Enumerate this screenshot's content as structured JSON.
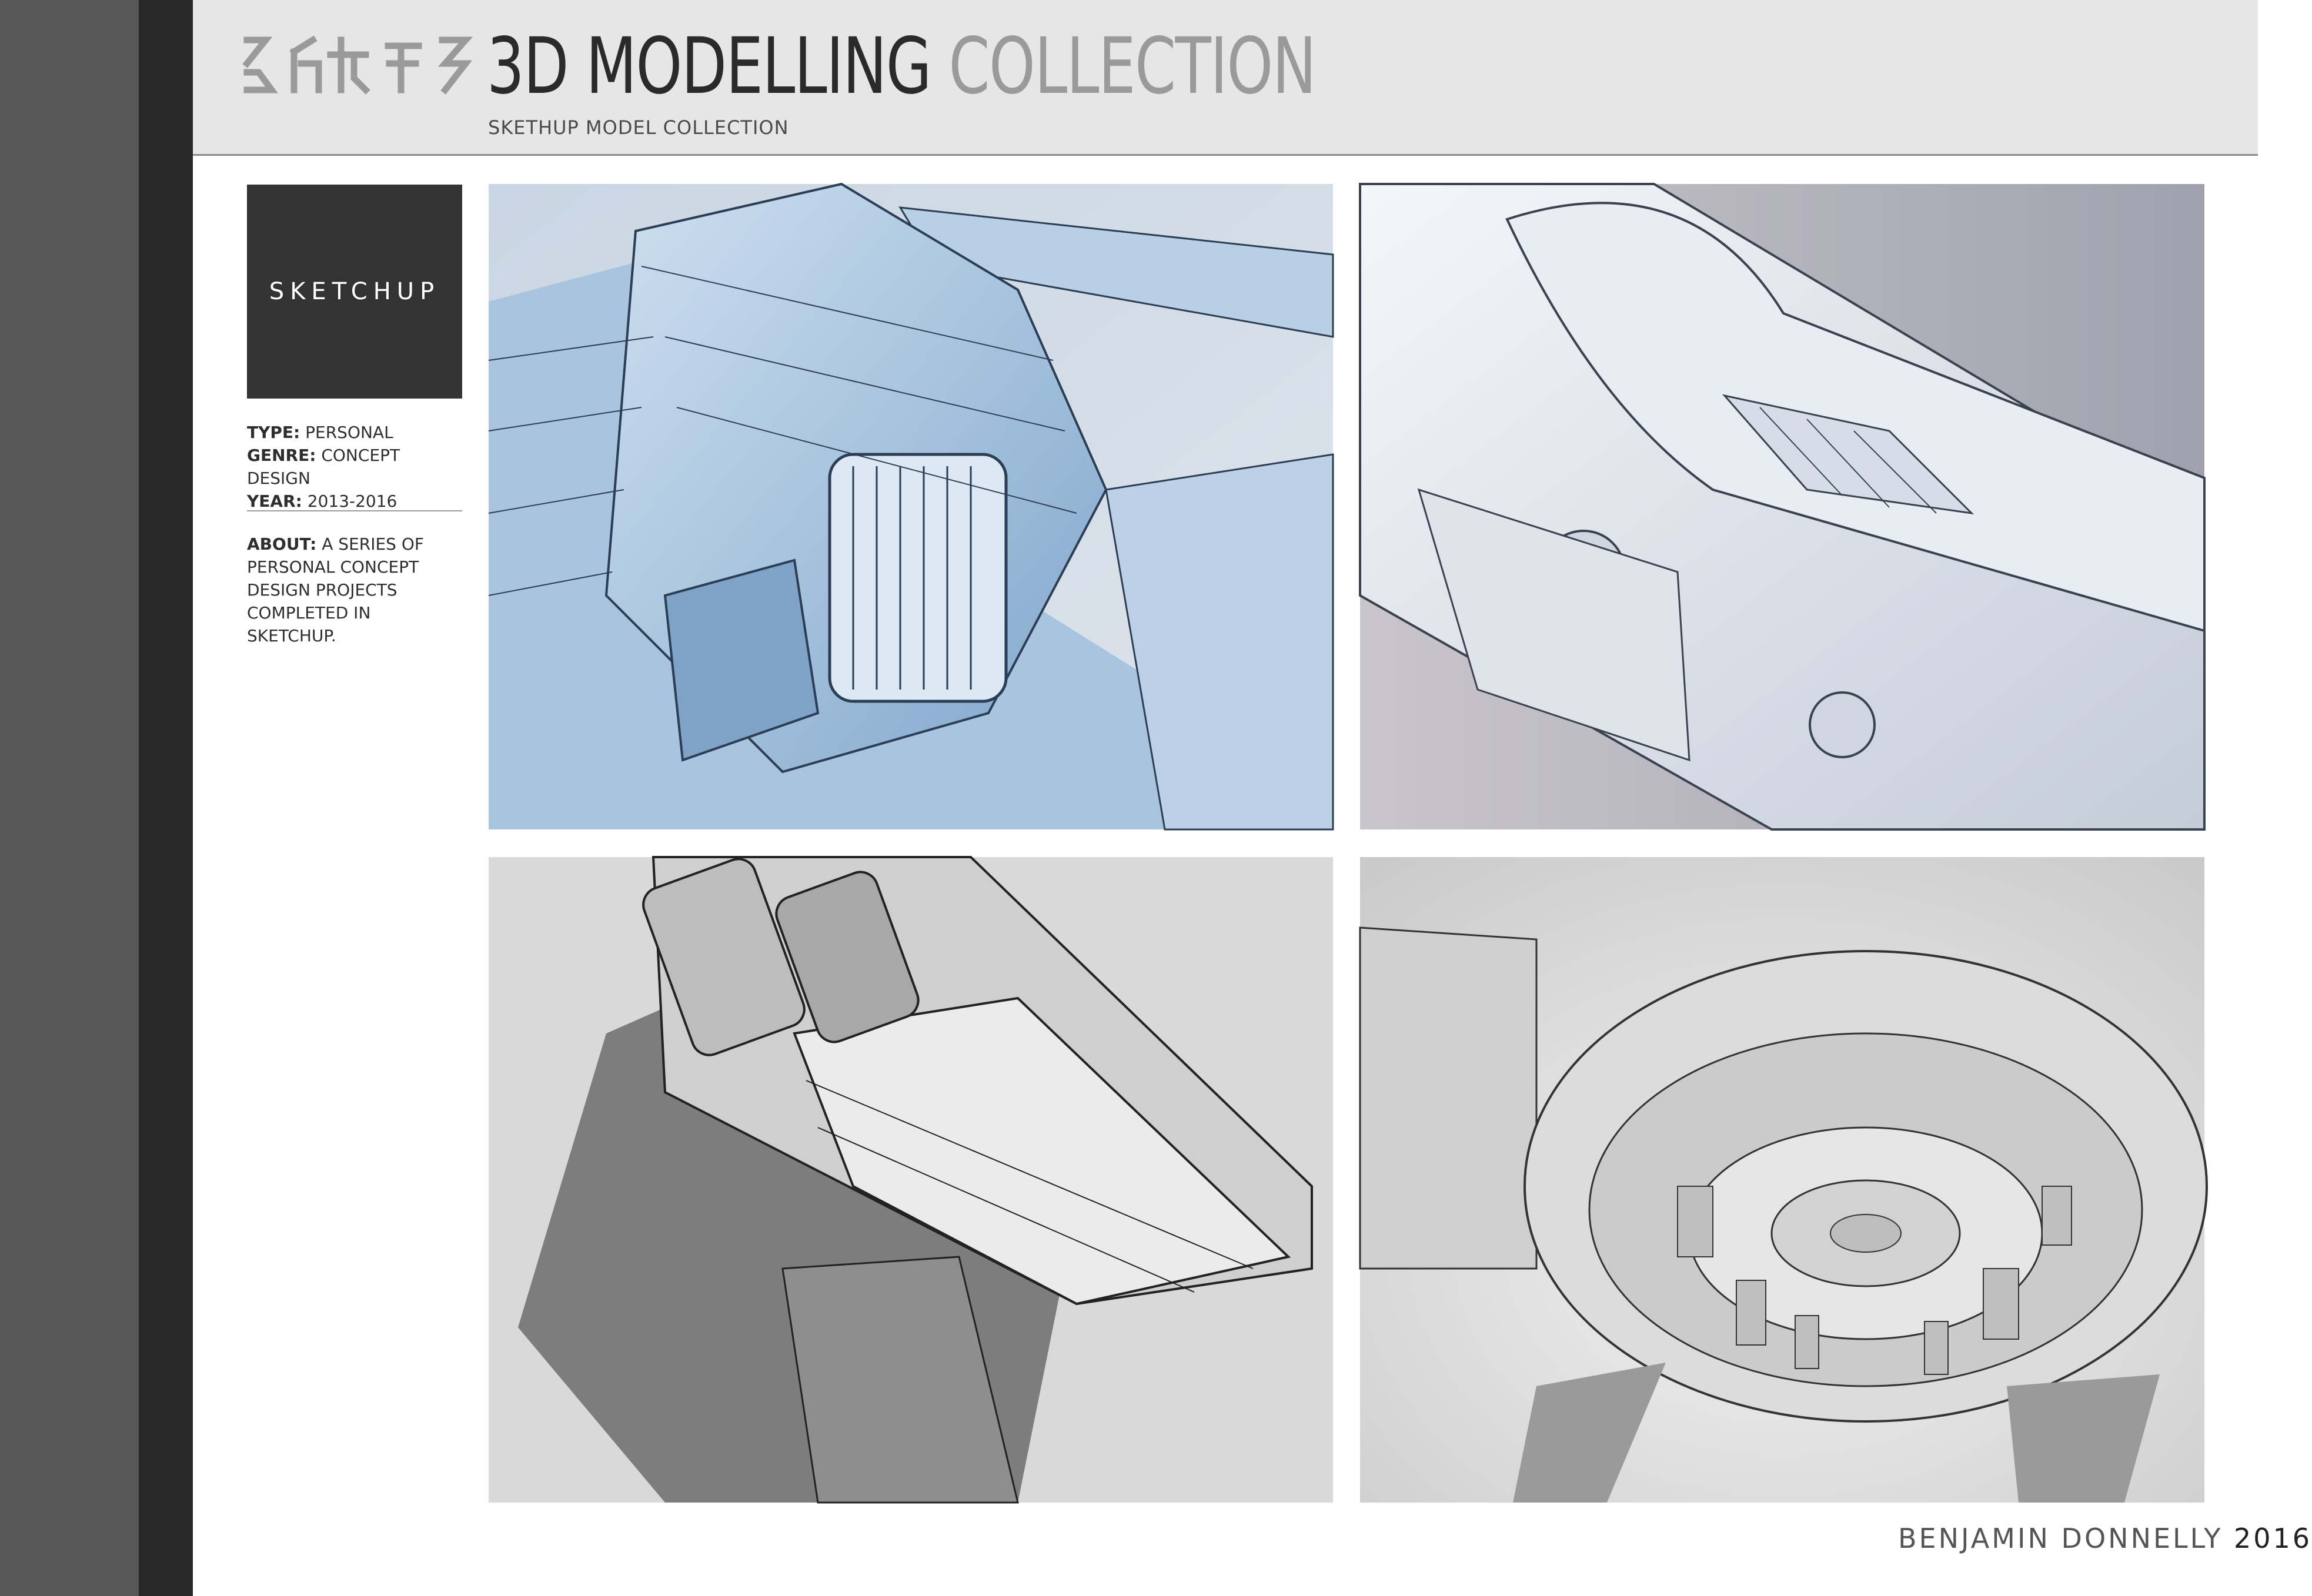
{
  "header": {
    "title_main": "3D MODELLING",
    "title_accent": "COLLECTION",
    "subtitle": "SKETHUP MODEL COLLECTION"
  },
  "sidebar": {
    "badge_label": "SKETCHUP",
    "type_label": "TYPE:",
    "type_value": "PERSONAL",
    "genre_label": "GENRE:",
    "genre_value": "CONCEPT DESIGN",
    "year_label": "YEAR:",
    "year_value": "2013-2016",
    "about_label": "ABOUT:",
    "about_text": "A SERIES OF PERSONAL CONCEPT DESIGN PROJECTS COMPLETED IN SKETCHUP."
  },
  "footer": {
    "author": "BENJAMIN DONNELLY",
    "year": "2016"
  },
  "colors": {
    "sidebar_mid": "#575757",
    "sidebar_dark": "#292929",
    "header_bg": "#e6e6e6",
    "badge_bg": "#333333",
    "title_dark": "#2a2a2a",
    "title_light": "#9a9a9a",
    "render_blue": "#9fbddb"
  },
  "images": [
    {
      "name": "spaceship-render-blue"
    },
    {
      "name": "spaceship-render-white"
    },
    {
      "name": "spaceship-render-grey"
    },
    {
      "name": "station-render-cutaway"
    }
  ]
}
